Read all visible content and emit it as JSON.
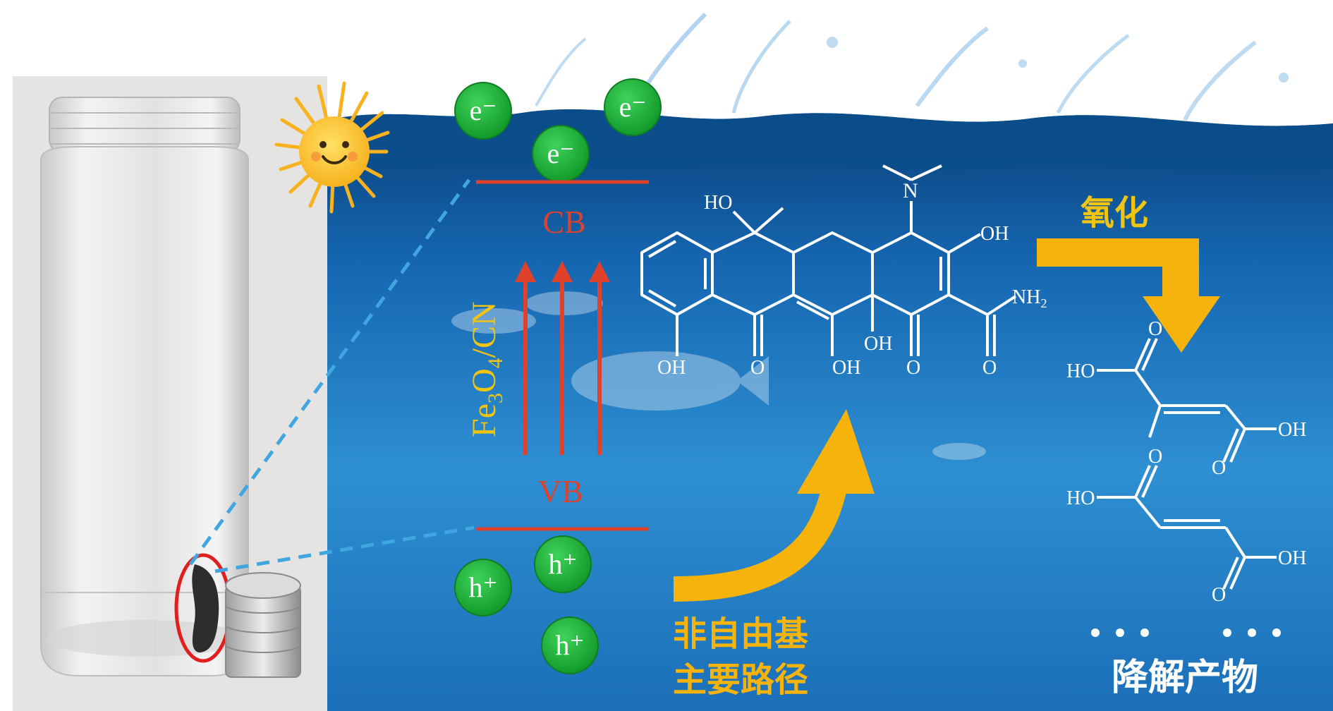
{
  "electrons": [
    "e⁻",
    "e⁻",
    "e⁻"
  ],
  "holes": [
    "h⁺",
    "h⁺",
    "h⁺"
  ],
  "band_labels": {
    "cb": "CB",
    "vb": "VB"
  },
  "catalyst": {
    "main": "Fe",
    "sub1": "3",
    "mid": "O",
    "sub2": "4",
    "tail": "/CN"
  },
  "molecule_labels": {
    "ho_top": "HO",
    "n": "N",
    "oh_right": "OH",
    "nh2": "NH",
    "nh2_sub": "2",
    "oh_left_bottom": "OH",
    "o1": "O",
    "oh_mid": "OH",
    "oh_ring": "OH",
    "o2": "O",
    "o3": "O"
  },
  "product1": {
    "ho": "HO",
    "o_top": "O",
    "oh": "OH",
    "o_bottom": "O"
  },
  "product2": {
    "ho": "HO",
    "o_top": "O",
    "oh": "OH",
    "o_bottom": "O"
  },
  "pathway": {
    "line1": "非自由基",
    "line2": "主要路径"
  },
  "oxidation_label": "氧化",
  "products_label": "降解产物",
  "colors": {
    "electron_fill": "#1db534",
    "band_red": "#e0412b",
    "arrow_yellow": "#f6b30c",
    "label_yellow": "#f1c40f",
    "water_dark": "#0b4f8c",
    "water_light": "#2a8ad0"
  }
}
